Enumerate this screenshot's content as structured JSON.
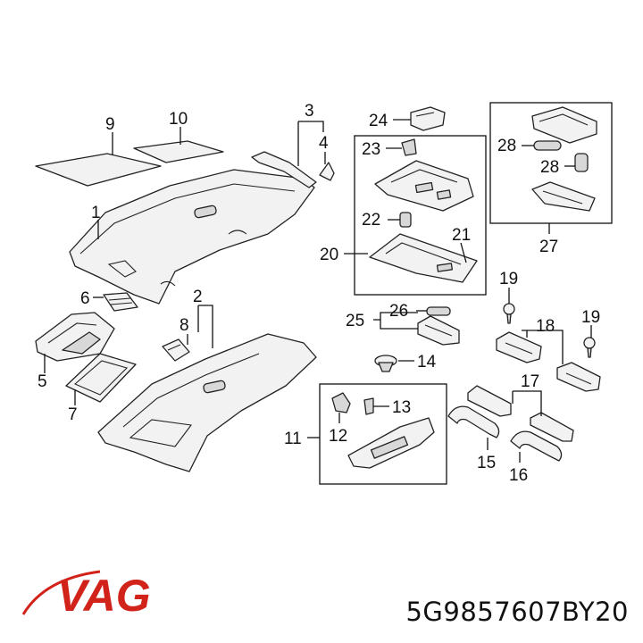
{
  "brand": {
    "name": "VAG",
    "color": "#d2231a"
  },
  "part_number": "5G9857607BY20",
  "callouts": {
    "c1": "1",
    "c2": "2",
    "c3": "3",
    "c4": "4",
    "c5": "5",
    "c6": "6",
    "c7": "7",
    "c8": "8",
    "c9": "9",
    "c10": "10",
    "c11": "11",
    "c12": "12",
    "c13": "13",
    "c14": "14",
    "c15": "15",
    "c16": "16",
    "c17": "17",
    "c18": "18",
    "c19a": "19",
    "c19b": "19",
    "c20": "20",
    "c21": "21",
    "c22": "22",
    "c23": "23",
    "c24": "24",
    "c25": "25",
    "c26": "26",
    "c27": "27",
    "c28a": "28",
    "c28b": "28"
  }
}
